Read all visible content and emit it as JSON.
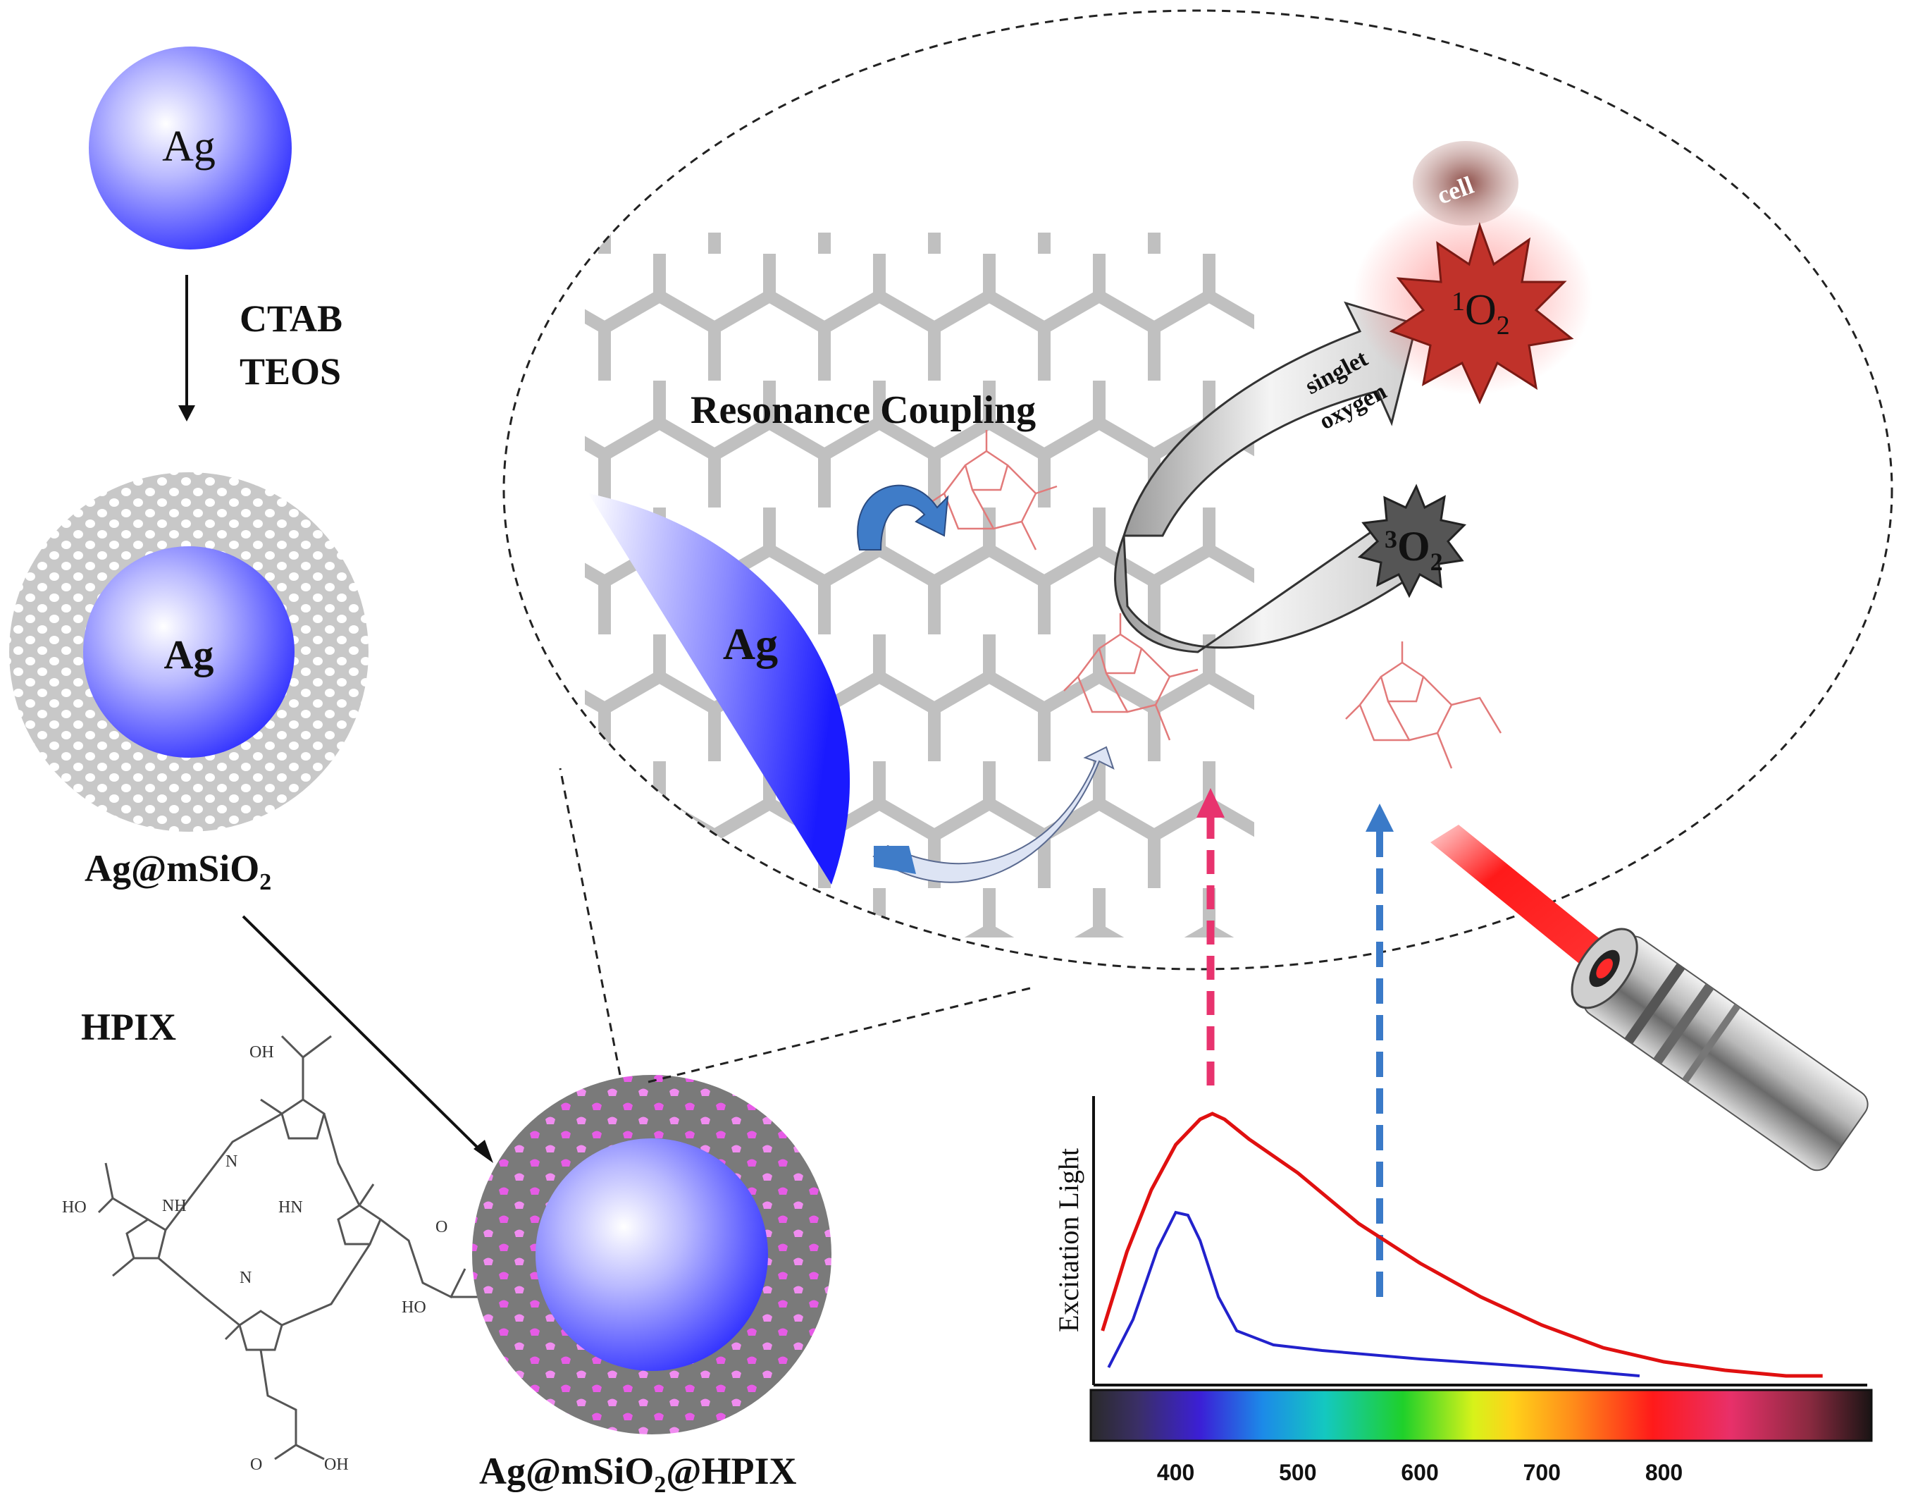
{
  "labels": {
    "ag_top": "Ag",
    "ag_mid": "Ag",
    "ag_big": "Ag",
    "ctab": "CTAB",
    "teos": "TEOS",
    "hpix": "HPIX",
    "ag_msio2_a": "Ag@mSiO",
    "ag_msio2_sub": "2",
    "final_a": "Ag@mSiO",
    "final_sub": "2",
    "final_b": "@HPIX",
    "resonance": "Resonance Coupling",
    "cell": "cell",
    "singlet_1": "singlet",
    "singlet_2": "oxygen",
    "o2_singlet_sup": "1",
    "o2_singlet": "O",
    "o2_singlet_sub": "2",
    "o2_triplet_sup": "3",
    "o2_triplet": "O",
    "o2_triplet_sub": "2"
  },
  "molecule_labels": {
    "oh1": "OH",
    "ho": "HO",
    "nh": "NH",
    "n1": "N",
    "hn": "HN",
    "n2": "N",
    "o1": "O",
    "ho2": "HO",
    "o2": "O",
    "oh2": "OH"
  },
  "colors": {
    "ag_blue": "#1a1aff",
    "silica_gray": "#c8c8c8",
    "shell_dark": "#7a7a7a",
    "dye_pink": "#e65ce6",
    "red_curve": "#e01010",
    "blue_curve": "#2222cc",
    "pink_arrow": "#e8336e",
    "blue_arrow": "#3a7ac8",
    "laser_red": "#ff1a1a",
    "singlet_star": "#c0322a",
    "triplet_star": "#555555"
  },
  "chart_data": {
    "type": "line",
    "title": "",
    "xlabel": "",
    "ylabel": "Excitation Light",
    "x_ticks": [
      400,
      500,
      600,
      700,
      800
    ],
    "xlim": [
      335,
      970
    ],
    "ylim": [
      0,
      1
    ],
    "series": [
      {
        "color": "#e01010",
        "x": [
          340,
          360,
          380,
          400,
          420,
          430,
          440,
          460,
          500,
          550,
          600,
          650,
          700,
          750,
          800,
          850,
          900,
          930
        ],
        "y": [
          0.18,
          0.46,
          0.68,
          0.84,
          0.93,
          0.95,
          0.93,
          0.86,
          0.74,
          0.56,
          0.42,
          0.3,
          0.2,
          0.12,
          0.07,
          0.04,
          0.02,
          0.02
        ]
      },
      {
        "color": "#2222cc",
        "x": [
          345,
          365,
          385,
          400,
          410,
          420,
          435,
          450,
          480,
          520,
          600,
          700,
          780
        ],
        "y": [
          0.05,
          0.22,
          0.47,
          0.6,
          0.59,
          0.5,
          0.3,
          0.18,
          0.13,
          0.11,
          0.08,
          0.05,
          0.02
        ]
      }
    ]
  }
}
